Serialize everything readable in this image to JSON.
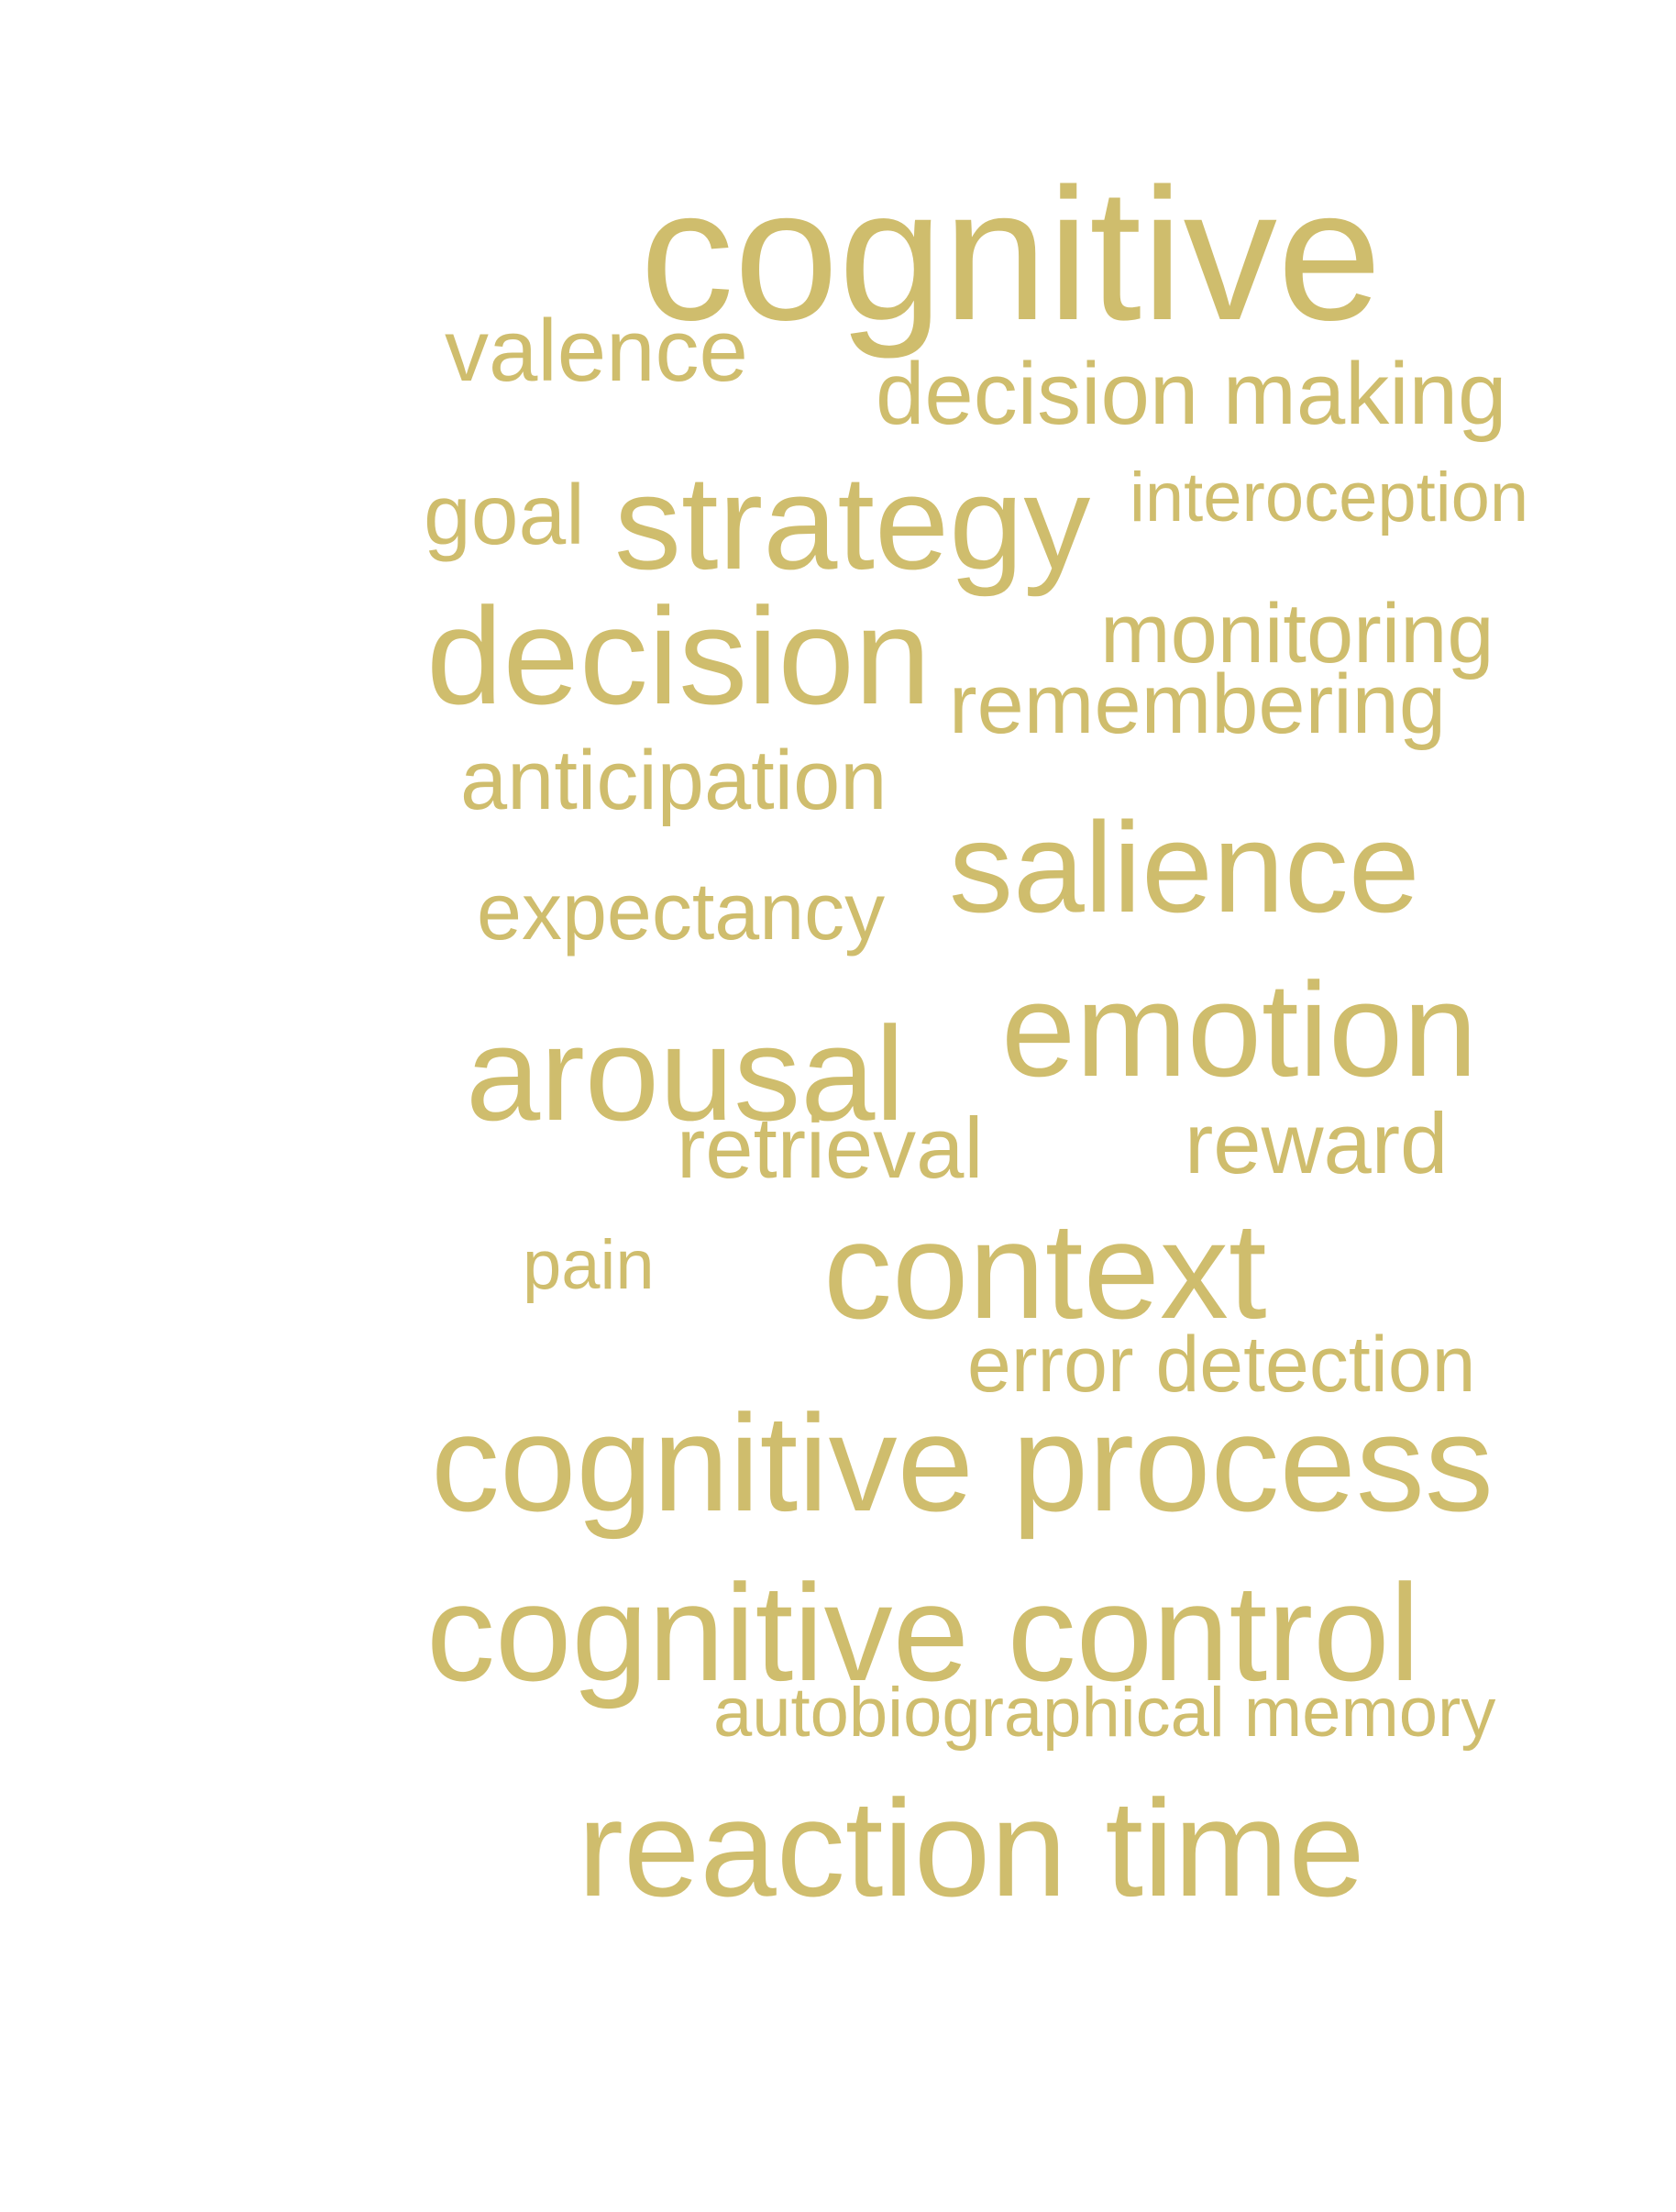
{
  "word_cloud": {
    "color": "#cfbd6d",
    "words": {
      "cognitive": "cognitive",
      "valence": "valence",
      "decision_making": "decision making",
      "goal": "goal",
      "strategy": "strategy",
      "interoception": "interoception",
      "decision": "decision",
      "monitoring": "monitoring",
      "remembering": "remembering",
      "anticipation": "anticipation",
      "salience": "salience",
      "expectancy": "expectancy",
      "emotion": "emotion",
      "arousal": "arousal",
      "retrieval": "retrieval",
      "reward": "reward",
      "pain": "pain",
      "context": "context",
      "error_detection": "error detection",
      "cognitive_process": "cognitive process",
      "cognitive_control": "cognitive control",
      "autobiographical_memory": "autobiographical memory",
      "reaction_time": "reaction time"
    }
  }
}
